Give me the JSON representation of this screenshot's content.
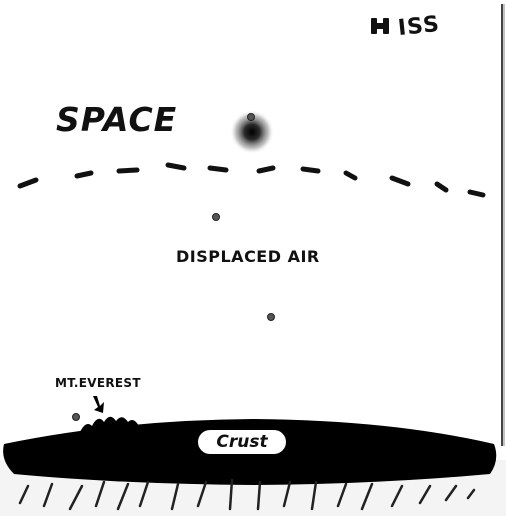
{
  "labels": {
    "space": "SPACE",
    "iss": "ISS",
    "displaced_air": "DISPLACED AIR",
    "mt_everest": "MT.EVEREST",
    "crust": "Crust"
  },
  "colors": {
    "ink": "#111111",
    "background": "#ffffff",
    "mantle_fill": "#f4f4f4",
    "frame_line": "#444444"
  },
  "icons": {
    "iss": "satellite-icon",
    "object_in_space": "blurred-sphere-icon",
    "pointer": "down-arrow-icon",
    "markers": "star-marker-icon"
  }
}
